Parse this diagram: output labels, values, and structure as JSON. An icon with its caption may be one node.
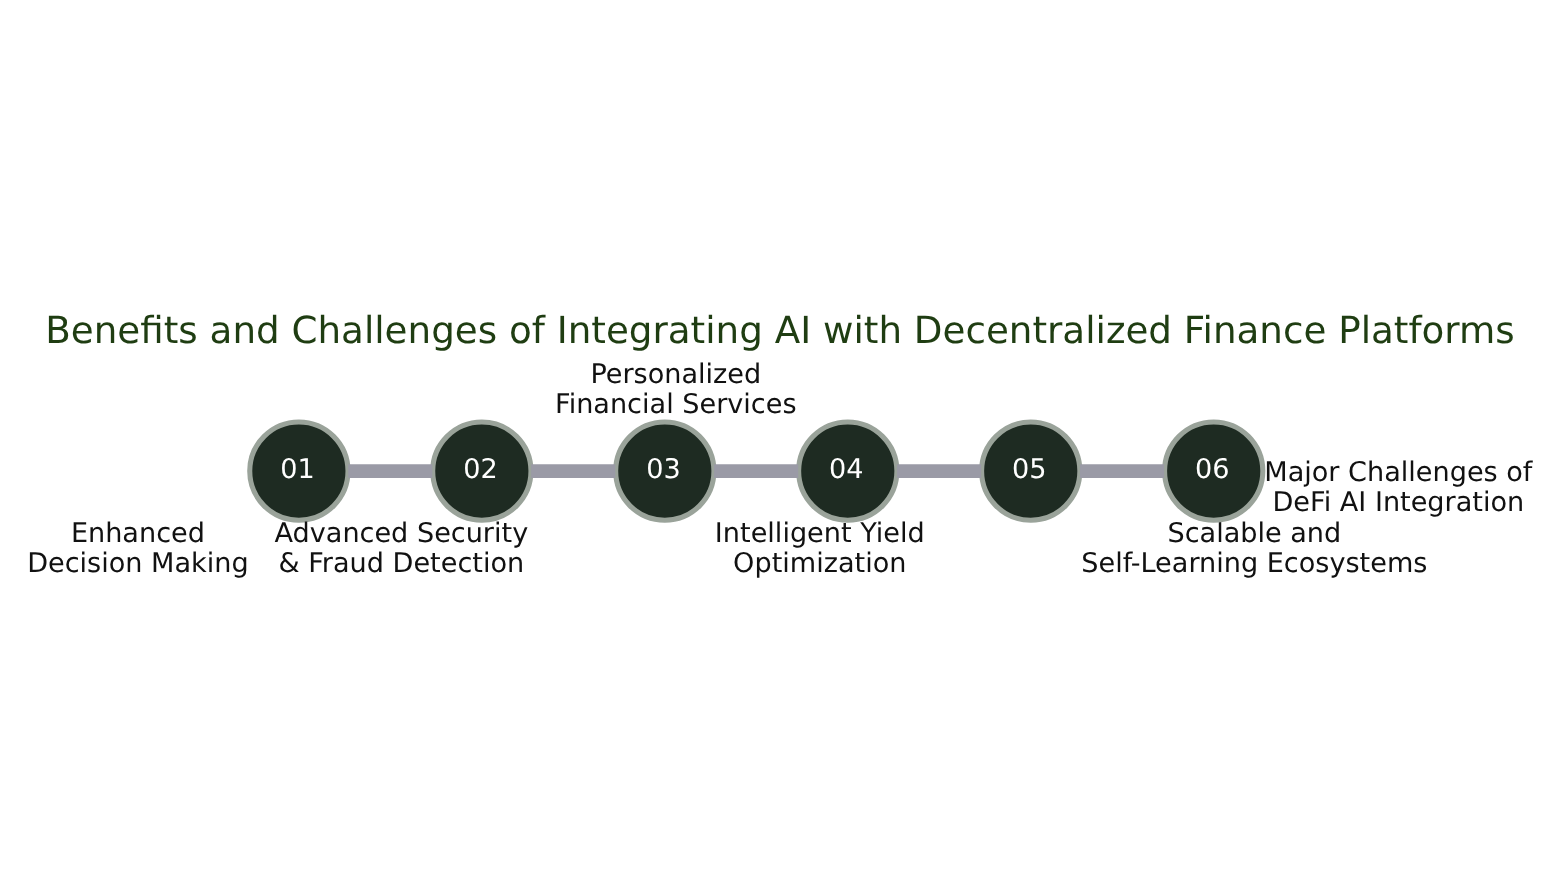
{
  "diagram": {
    "title": "Benefits and Challenges of Integrating AI with Decentralized Finance Platforms",
    "nodes": [
      {
        "text": [
          "01"
        ],
        "beside": [
          "Enhanced Decision Making"
        ]
      },
      {
        "text": [
          "02"
        ],
        "beside": [
          "Advanced Security & Fraud Detection"
        ]
      },
      {
        "text": [
          "03"
        ],
        "beside": [
          "Intelligent Yield Optimization"
        ]
      },
      {
        "text": [
          "04"
        ],
        "beside": [
          "Personalized Financial Services"
        ]
      },
      {
        "text": [
          "05"
        ],
        "beside": [
          "Scalable and Self-Learning Ecosystems"
        ]
      },
      {
        "text": [
          "06"
        ],
        "beside": [
          "Major Challenges of DeFi AI Integration"
        ]
      }
    ],
    "edges": [
      {
        "from": 0,
        "to": 1,
        "arrow": "none"
      },
      {
        "from": 1,
        "to": 2,
        "arrow": "none"
      },
      {
        "from": 2,
        "to": 3,
        "arrow": "none"
      },
      {
        "from": 3,
        "to": 4,
        "arrow": "none"
      },
      {
        "from": 4,
        "to": 5,
        "arrow": "none"
      }
    ]
  }
}
